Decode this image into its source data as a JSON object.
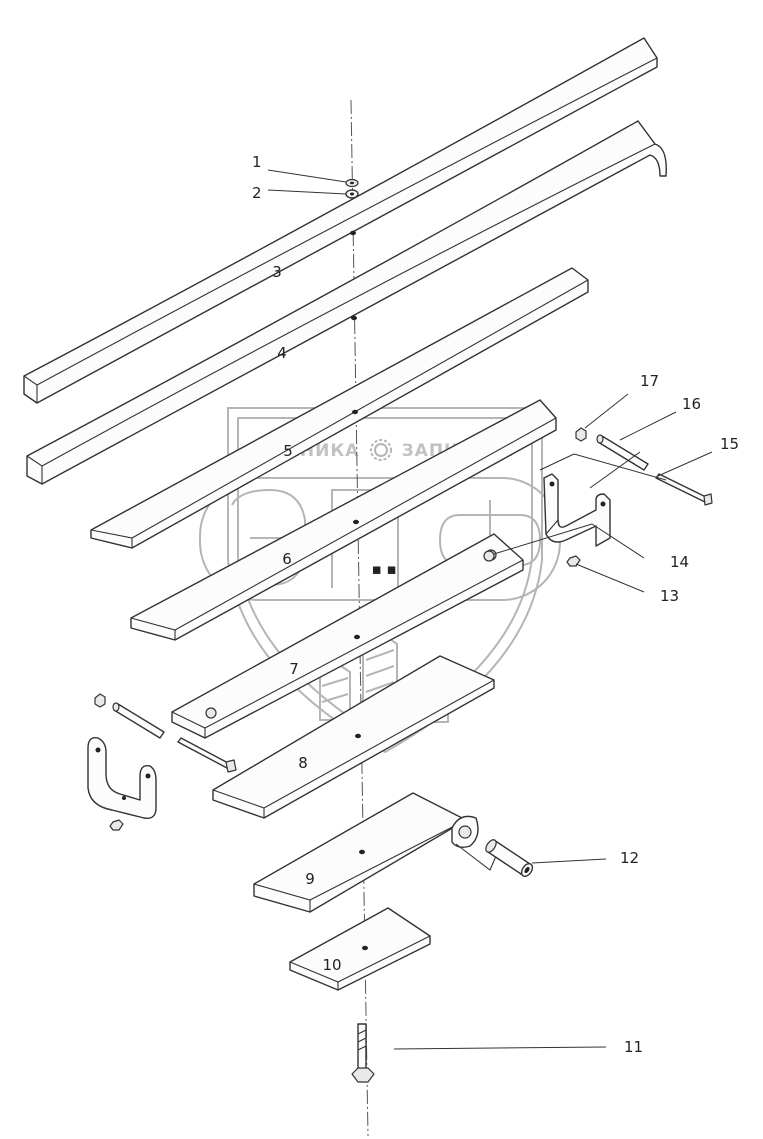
{
  "leaves": [
    {
      "label": "3"
    },
    {
      "label": "4"
    },
    {
      "label": "5"
    },
    {
      "label": "6"
    },
    {
      "label": "7"
    },
    {
      "label": "8"
    },
    {
      "label": "9"
    },
    {
      "label": "10"
    }
  ],
  "callouts": [
    {
      "label": "1"
    },
    {
      "label": "2"
    },
    {
      "label": "11"
    },
    {
      "label": "12"
    },
    {
      "label": "13"
    },
    {
      "label": "14"
    },
    {
      "label": "15"
    },
    {
      "label": "16"
    },
    {
      "label": "17"
    }
  ],
  "watermark": {
    "left_text": "ТЕХНИКА",
    "right_text": "ЗАПЧАСТИ",
    "monogram": "ЭПФ"
  }
}
